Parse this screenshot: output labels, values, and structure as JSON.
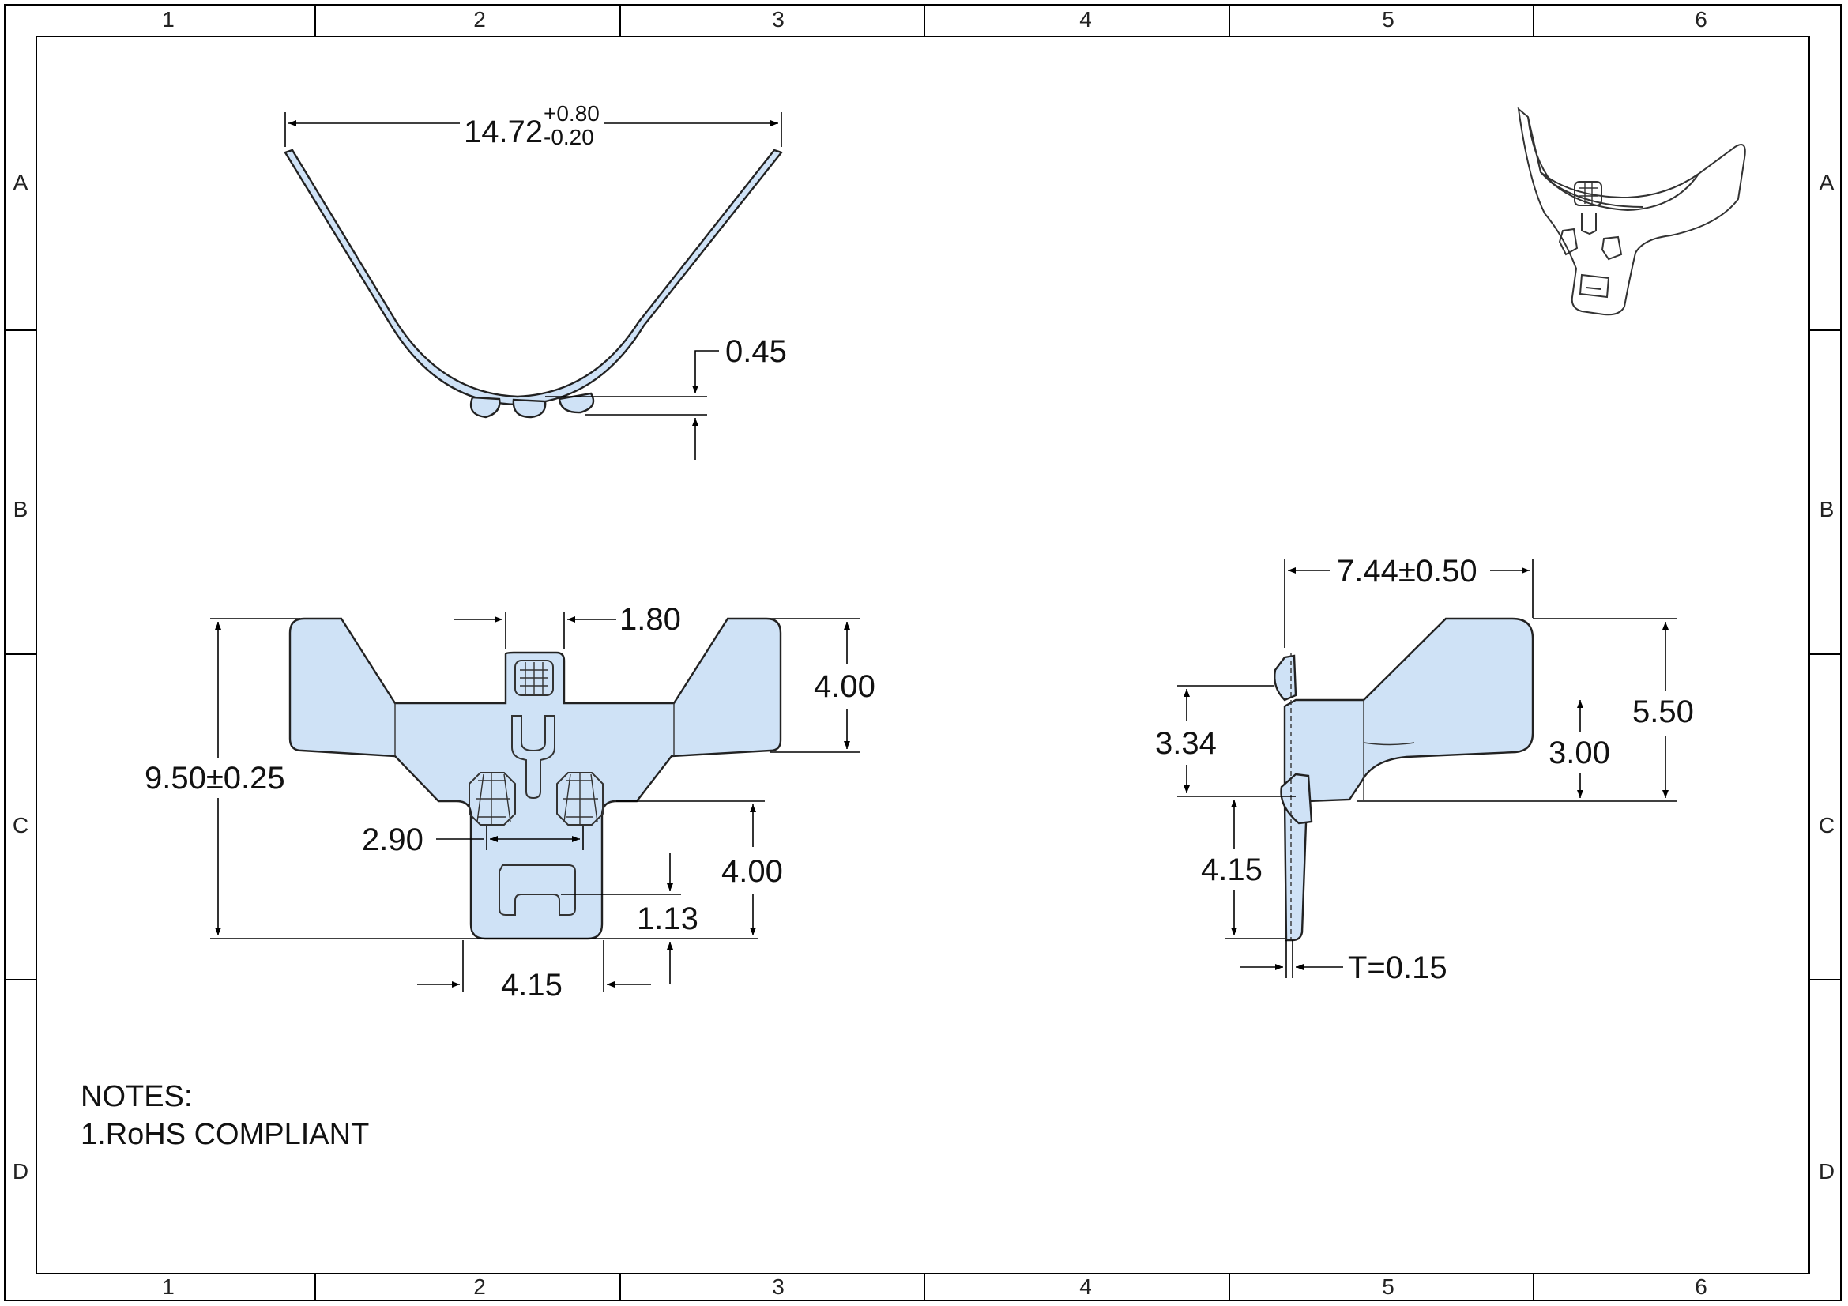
{
  "frame": {
    "columns": [
      "1",
      "2",
      "3",
      "4",
      "5",
      "6"
    ],
    "rows": [
      "A",
      "B",
      "C",
      "D"
    ]
  },
  "dimensions": {
    "top_width": "14.72",
    "top_width_tol_plus": "+0.80",
    "top_width_tol_minus": "-0.20",
    "top_bump": "0.45",
    "front_tab_width": "1.80",
    "front_height": "9.50±0.25",
    "front_wing_height": "4.00",
    "front_hole_spacing": "2.90",
    "front_leg_height": "4.00",
    "front_slot_offset": "1.13",
    "front_leg_width": "4.15",
    "side_depth": "7.44±0.50",
    "side_height": "5.50",
    "side_mid": "3.34",
    "side_right_mid": "3.00",
    "side_leg": "4.15",
    "thickness": "T=0.15"
  },
  "notes": {
    "title": "NOTES:",
    "line1": "1.RoHS COMPLIANT"
  }
}
